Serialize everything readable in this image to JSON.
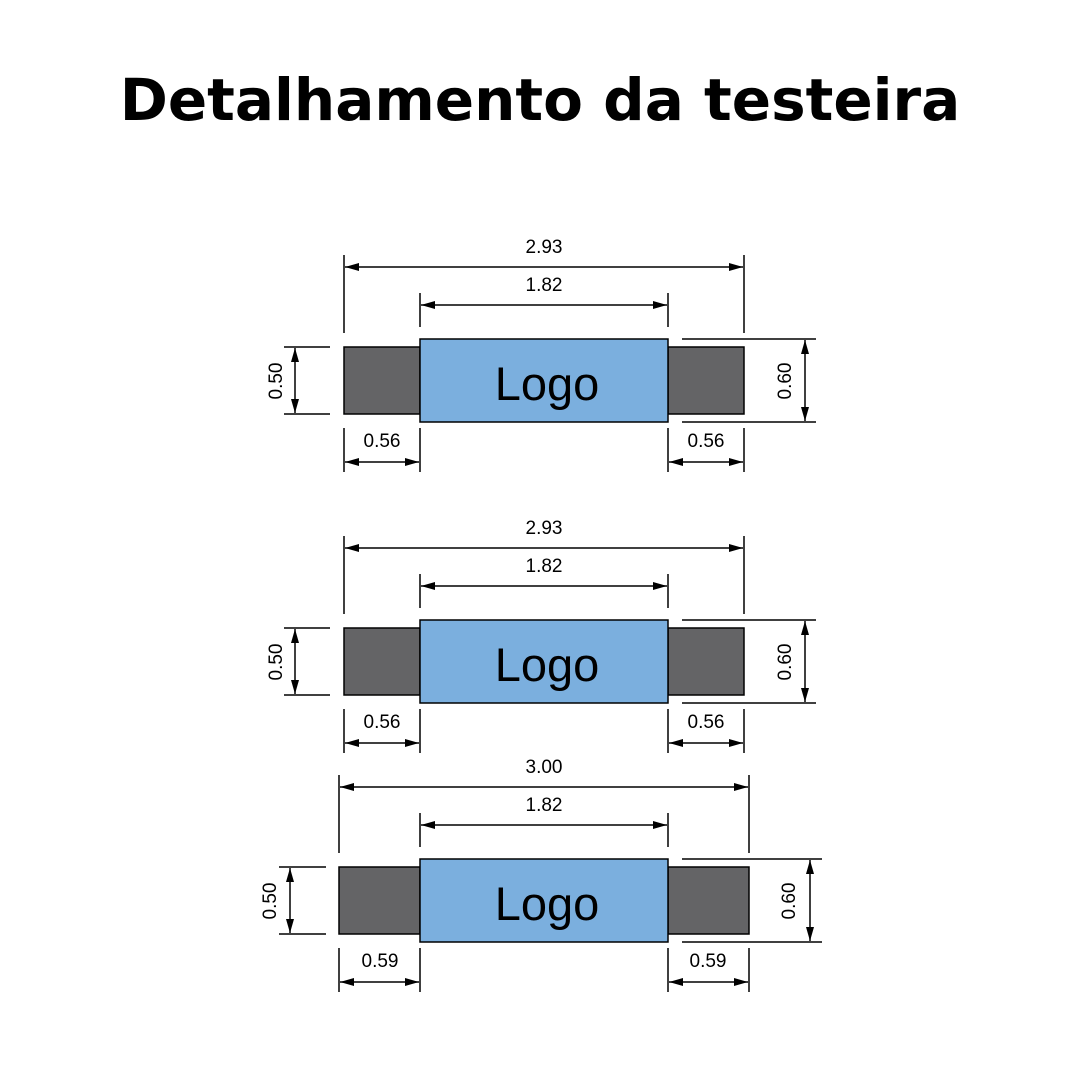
{
  "title": "Detalhamento da testeira",
  "colors": {
    "logo_fill": "#7BAFDE",
    "side_fill": "#646466",
    "line": "#000000",
    "background": "#FFFFFF"
  },
  "diagrams": [
    {
      "overall_width": "2.93",
      "logo_width": "1.82",
      "side_height": "0.50",
      "logo_height": "0.60",
      "left_side_width": "0.56",
      "right_side_width": "0.56",
      "logo_label": "Logo"
    },
    {
      "overall_width": "2.93",
      "logo_width": "1.82",
      "side_height": "0.50",
      "logo_height": "0.60",
      "left_side_width": "0.56",
      "right_side_width": "0.56",
      "logo_label": "Logo"
    },
    {
      "overall_width": "3.00",
      "logo_width": "1.82",
      "side_height": "0.50",
      "logo_height": "0.60",
      "left_side_width": "0.59",
      "right_side_width": "0.59",
      "logo_label": "Logo"
    }
  ]
}
